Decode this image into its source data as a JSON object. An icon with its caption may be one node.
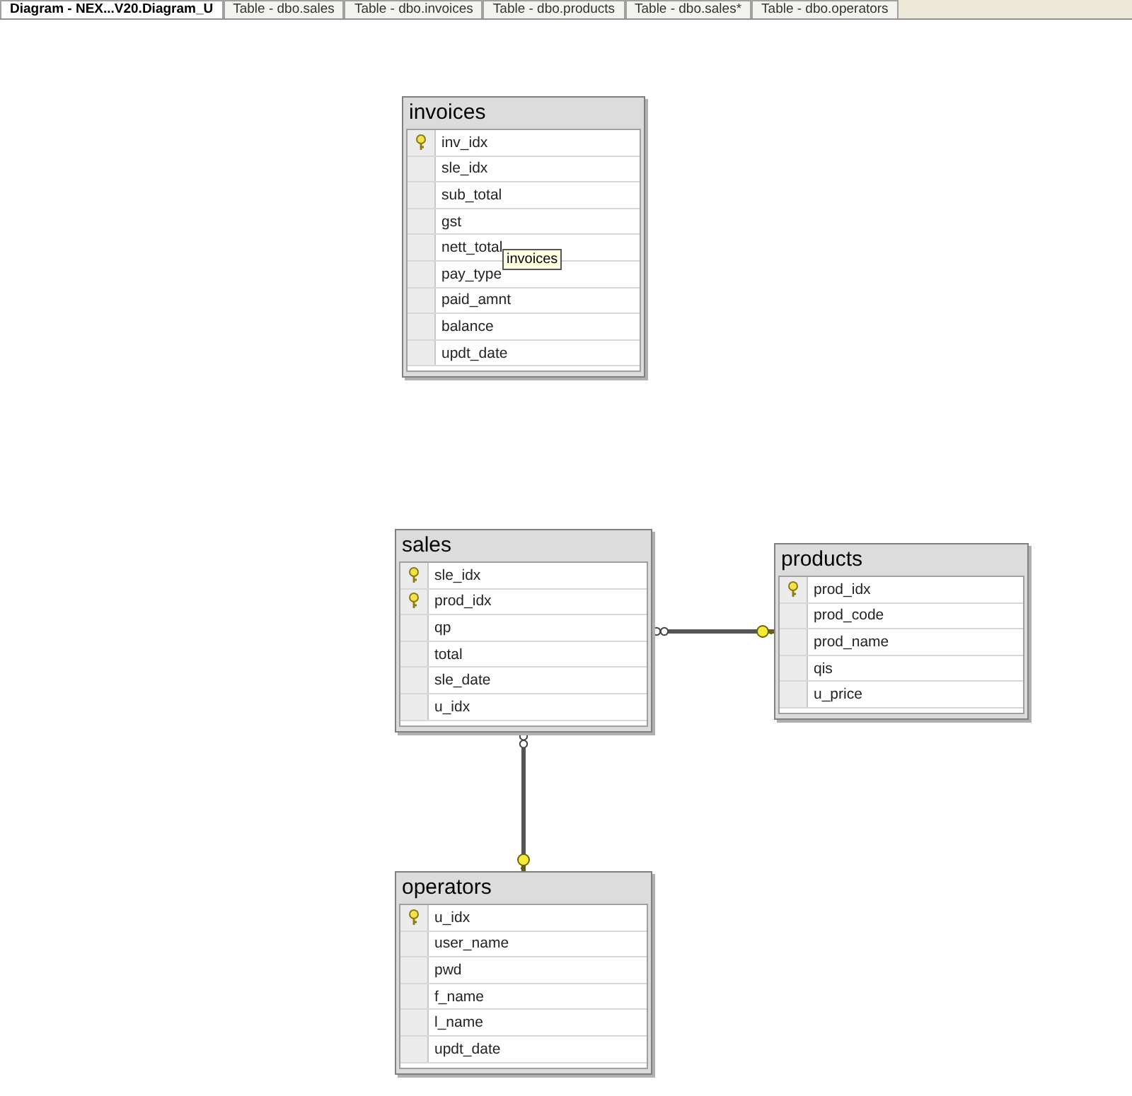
{
  "diagram": {
    "nodes": [
      {
        "text": [
          "invoices",
          "inv_idx",
          "sle_idx",
          "sub_total",
          "gst",
          "nett_total",
          "pay_type",
          "paid_amnt",
          "balance",
          "updt_date"
        ]
      },
      {
        "text": [
          "sales",
          "sle_idx",
          "prod_idx",
          "qp",
          "total",
          "sle_date",
          "u_idx"
        ]
      },
      {
        "text": [
          "products",
          "prod_idx",
          "prod_code",
          "prod_name",
          "qis",
          "u_price"
        ]
      },
      {
        "text": [
          "operators",
          "u_idx",
          "user_name",
          "pwd",
          "f_name",
          "l_name",
          "updt_date"
        ]
      }
    ],
    "edges": [
      {
        "from": 1,
        "to": 2,
        "arrow": "other"
      },
      {
        "from": 1,
        "to": 3,
        "arrow": "other"
      }
    ],
    "labels": [
      "Diagram - NEX...V20.Diagram_U",
      "Table - dbo.sales",
      "Table - dbo.invoices",
      "Table - dbo.products",
      "Table - dbo.sales*",
      "Table - dbo.operators",
      "invoices"
    ]
  }
}
